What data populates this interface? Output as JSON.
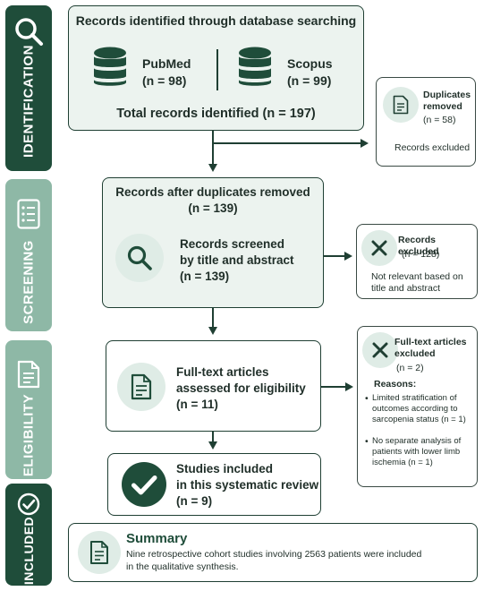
{
  "stages": {
    "identification": "IDENTIFICATION",
    "screening": "SCREENING",
    "eligibility": "ELIGIBILITY",
    "included": "INCLUDED"
  },
  "identification": {
    "title": "Records identified through database searching",
    "pubmed_name": "PubMed",
    "pubmed_count": "(n = 98)",
    "scopus_name": "Scopus",
    "scopus_count": "(n = 99)",
    "total": "Total records identified (n = 197)"
  },
  "duplicates": {
    "title_line1": "Duplicates",
    "title_line2": "removed",
    "count": "(n = 58)",
    "note": "Records excluded"
  },
  "screening": {
    "title": "Records after duplicates removed",
    "title_count": "(n = 139)",
    "screened_line1": "Records screened",
    "screened_line2": "by title and abstract",
    "screened_count": "(n = 139)"
  },
  "excluded_records": {
    "title": "Records excluded",
    "count": "(n = 128)",
    "reason_line1": "Not relevant based on",
    "reason_line2": "title and abstract"
  },
  "eligibility": {
    "line1": "Full-text articles",
    "line2": "assessed for eligibility",
    "count": "(n = 11)"
  },
  "excluded_fulltext": {
    "title_line1": "Full-text articles",
    "title_line2": "excluded",
    "count": "(n = 2)",
    "reasons_label": "Reasons:",
    "reason1_line1": "Limited stratification of",
    "reason1_line2": "outcomes according to",
    "reason1_line3": "sarcopenia status (n = 1)",
    "reason2_line1": "No separate analysis of",
    "reason2_line2": "patients with lower limb",
    "reason2_line3": "ischemia (n = 1)"
  },
  "included": {
    "line1": "Studies included",
    "line2": "in this systematic review",
    "count": "(n = 9)"
  },
  "summary": {
    "title": "Summary",
    "line1": "Nine retrospective cohort studies involving 2563 patients were included",
    "line2": "in the qualitative synthesis."
  },
  "colors": {
    "dark_green": "#1f4d3a",
    "light_green": "#8eb8a6",
    "icon_circle": "#dfece6",
    "box_tint": "#ecf3ef"
  }
}
